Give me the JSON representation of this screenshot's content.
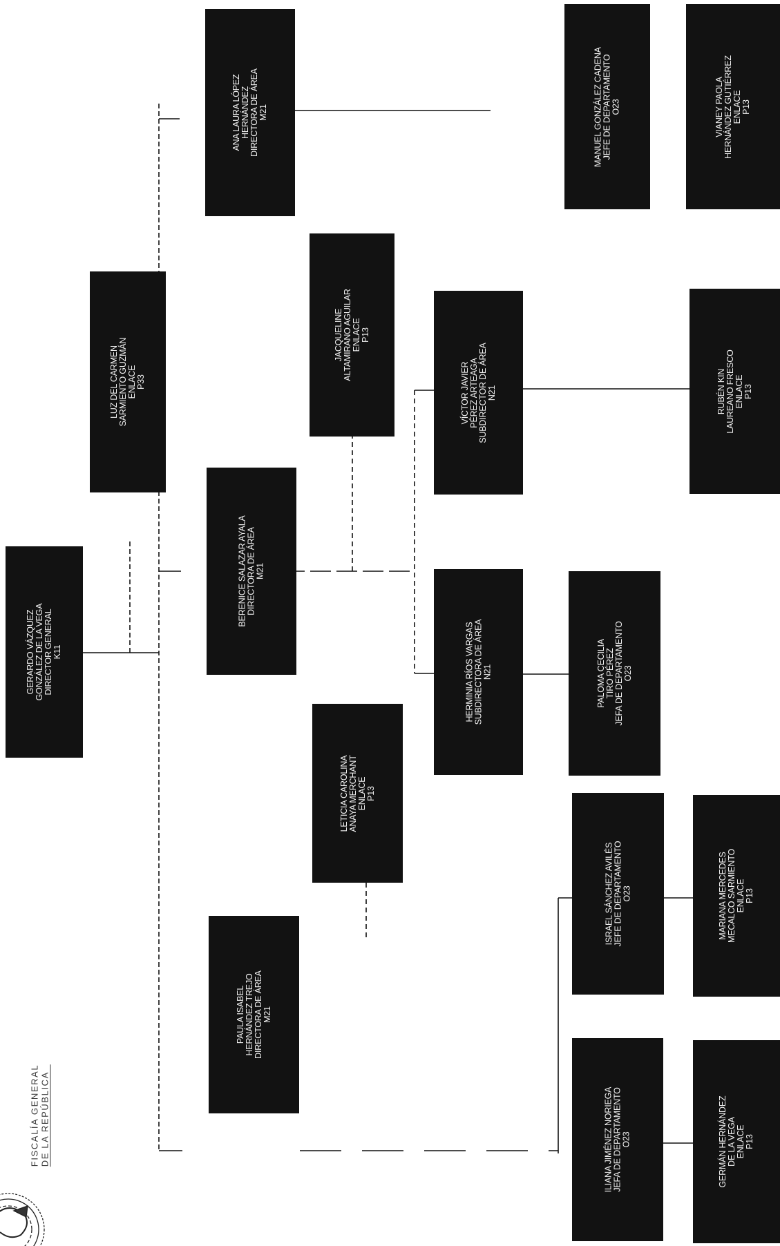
{
  "header": {
    "institution_line1": "FISCALÍA GENERAL",
    "institution_line2": "DE LA REPÚBLICA"
  },
  "colors": {
    "box_fill": "#121212",
    "box_text": "#f2f2f2",
    "connector": "#111111"
  },
  "nodes": {
    "gerardo": [
      "GERARDO VÁZQUEZ",
      "GONZÁLEZ DE LA VEGA",
      "DIRECTOR GENERAL",
      "K11"
    ],
    "luz": [
      "LUZ DEL CARMEN",
      "SARMIENTO GUZMÁN",
      "ENLACE",
      "P33"
    ],
    "ana": [
      "ANA LAURA LÓPEZ",
      "HERNÁNDEZ",
      "DIRECTORA DE ÁREA",
      "M21"
    ],
    "berenice": [
      "BERENICE SALAZAR AYALA",
      "DIRECTORA DE ÁREA",
      "M21"
    ],
    "paula": [
      "PAULA ISABEL",
      "HERNÁNDEZ TREJO",
      "DIRECTORA DE ÁREA",
      "M21"
    ],
    "jacqueline": [
      "JACQUELINE",
      "ALTAMIRANO AGUILAR",
      "ENLACE",
      "P13"
    ],
    "leticia": [
      "LETICIA CAROLINA",
      "ANAYA MERCHANT",
      "ENLACE",
      "P13"
    ],
    "victor": [
      "VÍCTOR JAVIER",
      "PÉREZ ARTEAGA",
      "SUBDIRECTOR DE ÁREA",
      "N21"
    ],
    "herminia": [
      "HERMINIA RÍOS VARGAS",
      "SUBDIRECTORA DE ÁREA",
      "N21"
    ],
    "manuel": [
      "MANUEL GONZÁLEZ CADENA",
      "JEFE DE DEPARTAMENTO",
      "O23"
    ],
    "vianey": [
      "VIANEY PAOLA",
      "HERNÁNDEZ GUTIÉRREZ",
      "ENLACE",
      "P13"
    ],
    "ruben": [
      "RUBÉN KIN",
      "LAUREANO FRESCO",
      "ENLACE",
      "P13"
    ],
    "paloma": [
      "PALOMA CECILIA",
      "TIRO PÉREZ",
      "JEFA DE DEPARTAMENTO",
      "O23"
    ],
    "israel": [
      "ISRAEL SÁNCHEZ AVILÉS",
      "JEFE DE DEPARTAMENTO",
      "O23"
    ],
    "mariana": [
      "MARIANA MERCEDES",
      "MECALCO SARMIENTO",
      "ENLACE",
      "P13"
    ],
    "iliana": [
      "ILIANA JIMÉNEZ NORIEGA",
      "JEFA DE DEPARTAMENTO",
      "O23"
    ],
    "german": [
      "GERMÁN HERNÁNDEZ",
      "DE LA VEGA",
      "ENLACE",
      "P13"
    ]
  }
}
